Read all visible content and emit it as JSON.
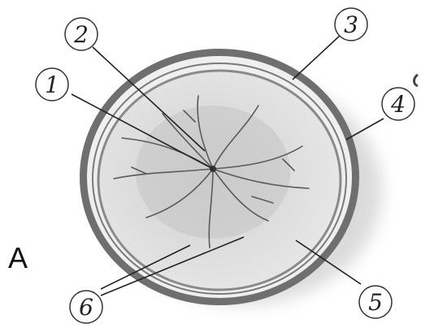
{
  "figure_label": "A",
  "callouts": [
    {
      "id": "1",
      "text": "1"
    },
    {
      "id": "2",
      "text": "2"
    },
    {
      "id": "3",
      "text": "3"
    },
    {
      "id": "4",
      "text": "4"
    },
    {
      "id": "5",
      "text": "5"
    },
    {
      "id": "6",
      "text": "6"
    }
  ]
}
